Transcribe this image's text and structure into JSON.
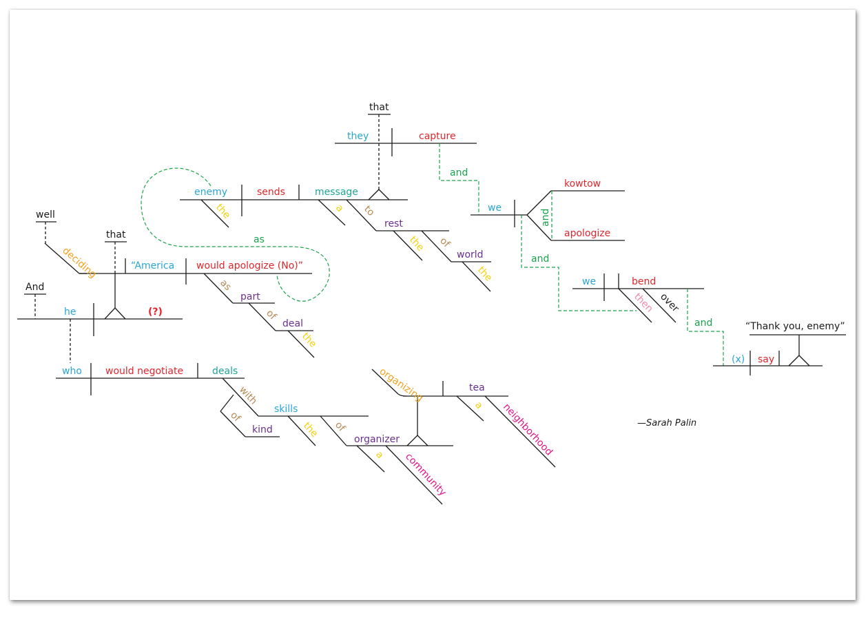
{
  "colors": {
    "subject": "#2aa5d4",
    "verb": "#e0262c",
    "object": "#1fa39a",
    "article": "#f4d10c",
    "preposition": "#b88a55",
    "prep_object": "#6a2f8f",
    "conjunction": "#1aa34a",
    "participle": "#f2a21f",
    "gerund_noun": "#e0148a",
    "adverb": "#ef8aa8",
    "plain": "#1a1a1a",
    "line": "#1a1a1a"
  },
  "words": {
    "well": "well",
    "and_top": "And",
    "that_left": "that",
    "that_top": "that",
    "deciding": "deciding",
    "america": "“America",
    "would_apologize": "would apologize (No)”",
    "he": "he",
    "question": "(?)",
    "who": "who",
    "would_negotiate": "would negotiate",
    "deals": "deals",
    "with": "with",
    "skills": "skills",
    "of_kind": "of",
    "kind": "kind",
    "the_skills": "the",
    "of_org": "of",
    "organizer": "organizer",
    "a_org": "a",
    "community": "community",
    "organizing": "organizing",
    "tea": "tea",
    "a_tea": "a",
    "neighborhood": "neighborhood",
    "as_part": "as",
    "part": "part",
    "of_deal": "of",
    "deal": "deal",
    "the_deal": "the",
    "as_loop": "as",
    "enemy": "enemy",
    "sends": "sends",
    "message": "message",
    "the_enemy": "the",
    "a_message": "a",
    "to": "to",
    "rest": "rest",
    "the_rest": "the",
    "of_world": "of",
    "world": "world",
    "the_world": "the",
    "they": "they",
    "capture": "capture",
    "and_1": "and",
    "we_1": "we",
    "kowtow": "kowtow",
    "and_2": "and",
    "apologize": "apologize",
    "and_3": "and",
    "we_2": "we",
    "bend": "bend",
    "then": "then",
    "over": "over",
    "and_4": "and",
    "x": "(x)",
    "say": "say",
    "thank_you": "“Thank you, enemy”"
  },
  "attribution": "—Sarah Palin"
}
